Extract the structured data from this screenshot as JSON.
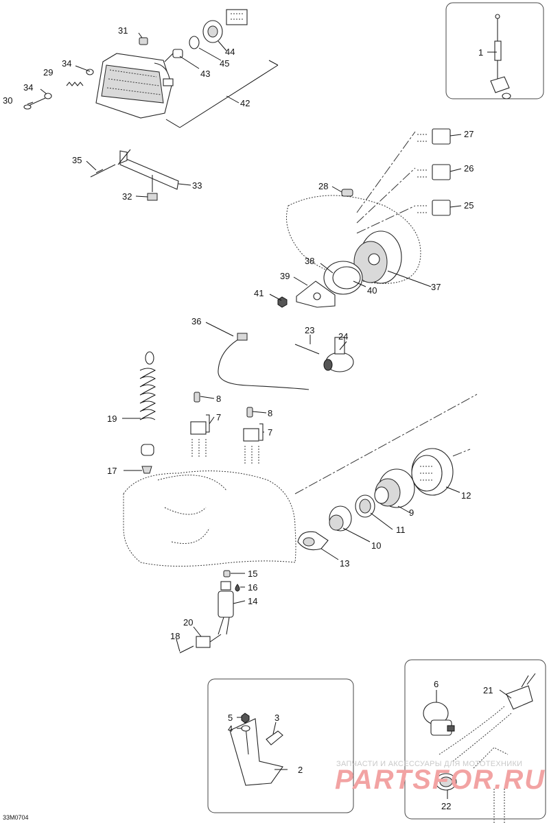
{
  "figure_code": "33M0704",
  "watermark": {
    "tagline": "ЗАПЧАСТИ И АКСЕССУАРЫ ДЛЯ МОТОТЕХНИКИ",
    "site": "PARTSFOR.RU"
  },
  "callouts": [
    "1",
    "2",
    "3",
    "4",
    "5",
    "6",
    "7",
    "7",
    "8",
    "8",
    "9",
    "10",
    "11",
    "12",
    "13",
    "14",
    "15",
    "16",
    "17",
    "18",
    "19",
    "20",
    "21",
    "22",
    "23",
    "24",
    "25",
    "26",
    "27",
    "28",
    "29",
    "30",
    "31",
    "32",
    "33",
    "34",
    "34",
    "35",
    "36",
    "37",
    "38",
    "39",
    "40",
    "41",
    "42",
    "43",
    "44",
    "45"
  ]
}
